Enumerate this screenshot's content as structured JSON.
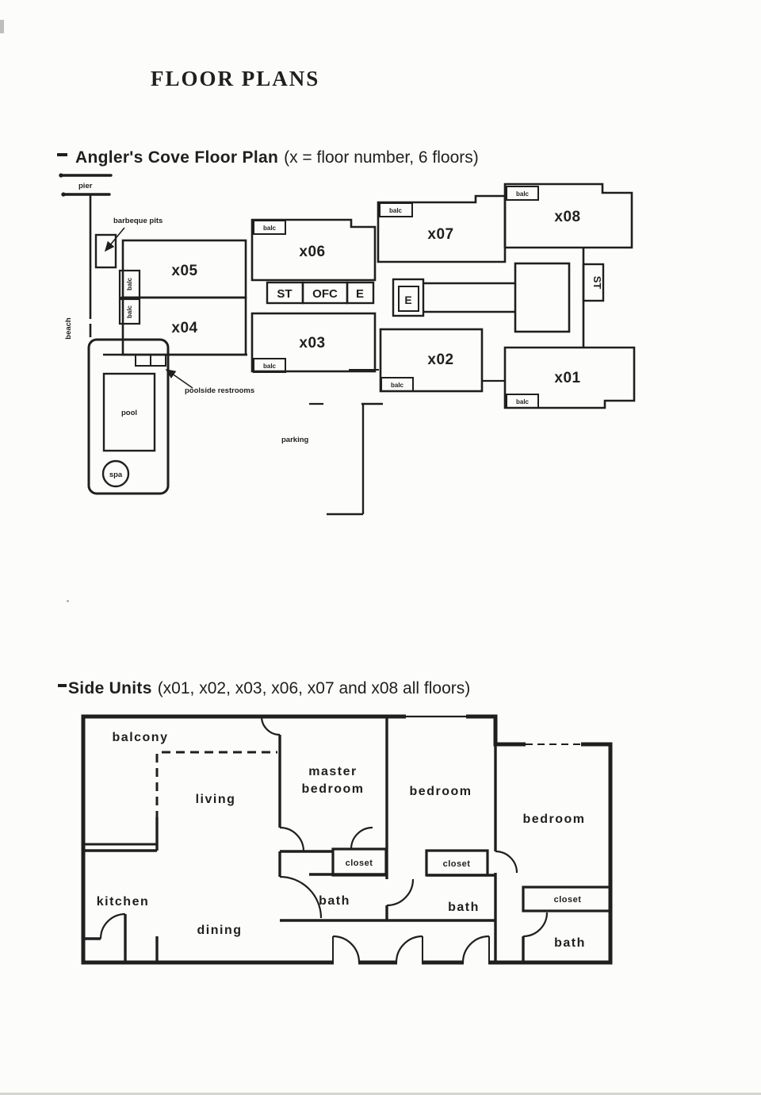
{
  "page": {
    "title": "FLOOR PLANS"
  },
  "colors": {
    "ink": "#1f1f1f",
    "paper": "#fcfcfa"
  },
  "anglers_cove": {
    "heading": "Angler's Cove Floor Plan",
    "heading_note": "(x = floor number, 6 floors)",
    "units": {
      "u1": "x01",
      "u2": "x02",
      "u3": "x03",
      "u4": "x04",
      "u5": "x05",
      "u6": "x06",
      "u7": "x07",
      "u8": "x08"
    },
    "balc": "balc",
    "stairs": "ST",
    "office": "OFC",
    "elevator": "E",
    "pier": "pier",
    "beach": "beach",
    "barbeque_pits": "barbeque pits",
    "poolside_restrooms": "poolside restrooms",
    "pool": "pool",
    "spa": "spa",
    "parking": "parking"
  },
  "side_units": {
    "heading": "Side Units",
    "heading_note": "(x01, x02, x03, x06, x07 and x08 all floors)",
    "rooms": {
      "balcony": "balcony",
      "living": "living",
      "master_bedroom_line1": "master",
      "master_bedroom_line2": "bedroom",
      "bedroom": "bedroom",
      "closet": "closet",
      "bath": "bath",
      "kitchen": "kitchen",
      "dining": "dining"
    }
  }
}
